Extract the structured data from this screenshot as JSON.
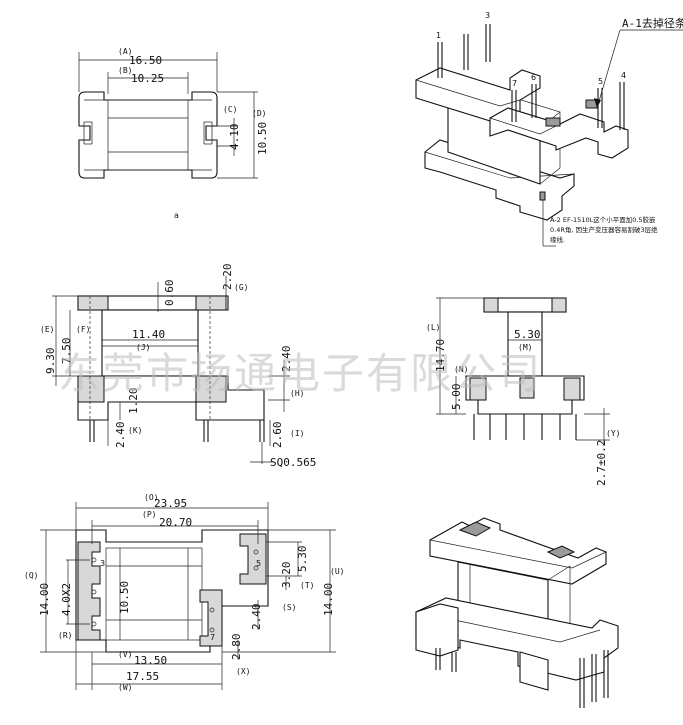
{
  "top_view": {
    "dims": [
      {
        "value": "16.50",
        "tag": "(A)"
      },
      {
        "value": "10.25",
        "tag": "(B)"
      },
      {
        "value": "4.10",
        "tag": "(C)"
      },
      {
        "value": "10.50",
        "tag": "(D)"
      }
    ]
  },
  "iso_top": {
    "pins": [
      "1",
      "3",
      "7",
      "6",
      "5",
      "4"
    ],
    "note_a1": "A-1去掉径条",
    "note_a2": [
      "A-2 EF-1510L这个小平面加0.5胶嵌",
      "0.4R角, 因生产变压器容易割破3层绝",
      "缘线."
    ]
  },
  "side_view": {
    "dims": [
      {
        "value": "2.20",
        "tag": "(G)"
      },
      {
        "value": "0.60",
        "tag": ""
      },
      {
        "value": "9.30",
        "tag": "(E)"
      },
      {
        "value": "7.50",
        "tag": "(F)"
      },
      {
        "value": "11.40",
        "tag": "(J)"
      },
      {
        "value": "2.40",
        "tag": "(H)"
      },
      {
        "value": "1.20",
        "tag": ""
      },
      {
        "value": "2.40",
        "tag": "(K)"
      },
      {
        "value": "2.60",
        "tag": "(I)"
      },
      {
        "value": "SQ0.565",
        "tag": ""
      }
    ]
  },
  "end_view": {
    "dims": [
      {
        "value": "5.30",
        "tag": "(M)"
      },
      {
        "value": "14.70",
        "tag": "(L)"
      },
      {
        "value": "5.00",
        "tag": "(N)"
      },
      {
        "value": "2.7±0.2",
        "tag": "(Y)"
      }
    ]
  },
  "bottom_view": {
    "dims": [
      {
        "value": "23.95",
        "tag": "(O)"
      },
      {
        "value": "20.70",
        "tag": "(P)"
      },
      {
        "value": "14.00",
        "tag": "(Q)"
      },
      {
        "value": "4.0X2",
        "tag": "(R)"
      },
      {
        "value": "10.50",
        "tag": ""
      },
      {
        "value": "5.30",
        "tag": ""
      },
      {
        "value": "3.20",
        "tag": "(T)"
      },
      {
        "value": "14.00",
        "tag": "(U)"
      },
      {
        "value": "2.40",
        "tag": "(S)"
      },
      {
        "value": "2.80",
        "tag": "(X)"
      },
      {
        "value": "13.50",
        "tag": "(V)"
      },
      {
        "value": "17.55",
        "tag": "(W)"
      }
    ],
    "pins": [
      "3",
      "5",
      "7"
    ]
  },
  "watermark": "东莞市扬通电子有限公司"
}
